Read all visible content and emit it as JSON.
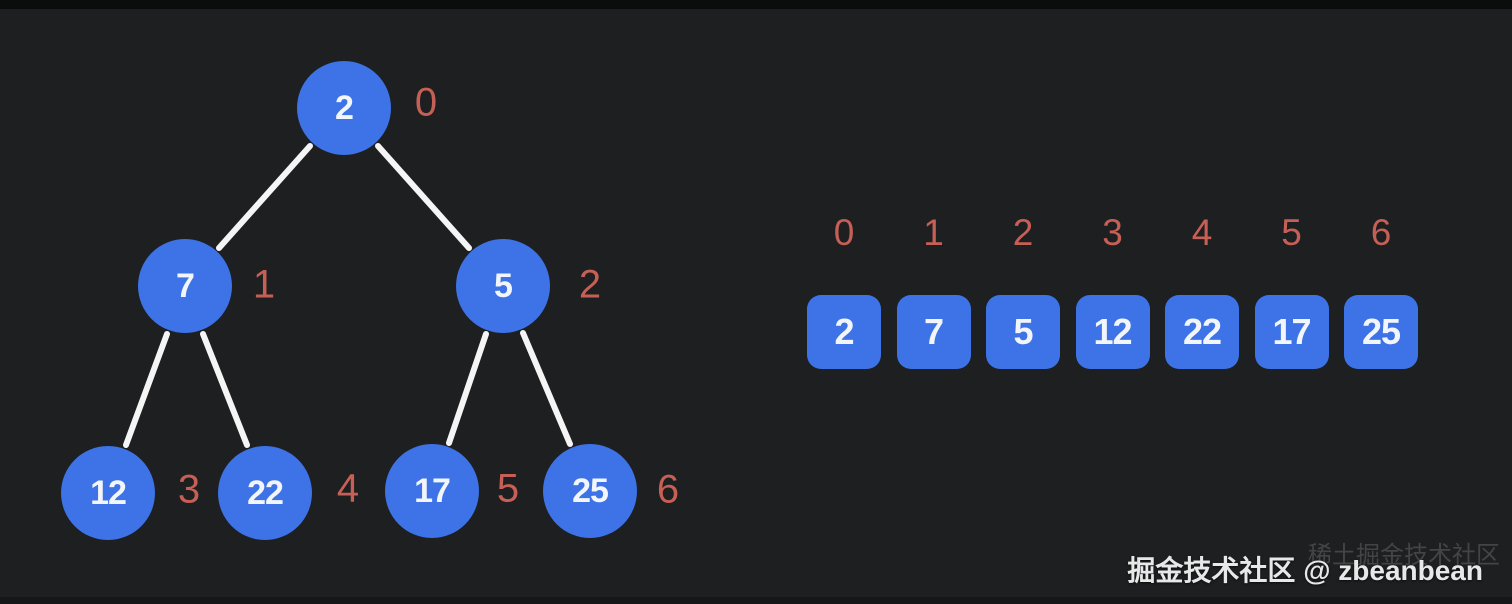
{
  "diagram": {
    "title": "binary-heap-tree-and-array-representation",
    "tree": {
      "nodes": [
        {
          "value": "2",
          "index": "0"
        },
        {
          "value": "7",
          "index": "1"
        },
        {
          "value": "5",
          "index": "2"
        },
        {
          "value": "12",
          "index": "3"
        },
        {
          "value": "22",
          "index": "4"
        },
        {
          "value": "17",
          "index": "5"
        },
        {
          "value": "25",
          "index": "6"
        }
      ],
      "edges": [
        {
          "from": "0",
          "to": "1"
        },
        {
          "from": "0",
          "to": "2"
        },
        {
          "from": "1",
          "to": "3"
        },
        {
          "from": "1",
          "to": "4"
        },
        {
          "from": "2",
          "to": "5"
        },
        {
          "from": "2",
          "to": "6"
        }
      ]
    },
    "array": {
      "indices": [
        "0",
        "1",
        "2",
        "3",
        "4",
        "5",
        "6"
      ],
      "values": [
        "2",
        "7",
        "5",
        "12",
        "22",
        "17",
        "25"
      ]
    }
  },
  "watermark": {
    "main": "掘金技术社区 @ zbeanbean",
    "faint": "稀土掘金技术社区"
  },
  "colors": {
    "background": "#1d1f20",
    "node_blue": "#3d73e7",
    "index_red": "#c65f55",
    "edge_white": "#f5f5f5"
  }
}
